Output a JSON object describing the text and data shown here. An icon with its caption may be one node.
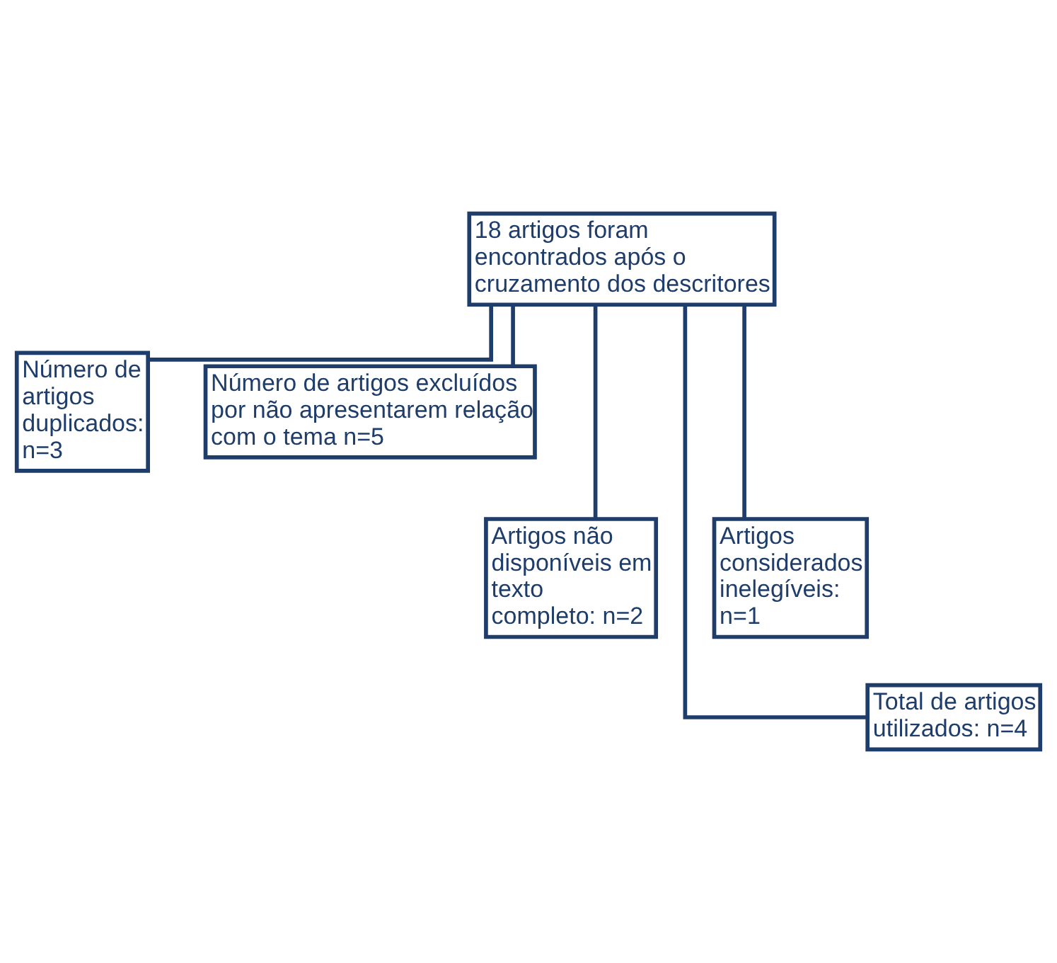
{
  "diagram": {
    "nodes": [
      {
        "text": [
          "18 artigos foram encontrados após o cruzamento dos descritores"
        ]
      },
      {
        "text": [
          "Número de artigos duplicados: n=3"
        ]
      },
      {
        "text": [
          "Número de artigos excluídos por não apresentarem relação com o tema n=5"
        ]
      },
      {
        "text": [
          "Artigos não disponíveis em texto completo: n=2"
        ]
      },
      {
        "text": [
          "Artigos considerados inelegíveis: n=1"
        ]
      },
      {
        "text": [
          "Total de artigos utilizados: n=4"
        ]
      }
    ],
    "edges": [
      {
        "from": 0,
        "to": 1,
        "arrow": "none"
      },
      {
        "from": 0,
        "to": 2,
        "arrow": "none"
      },
      {
        "from": 0,
        "to": 3,
        "arrow": "none"
      },
      {
        "from": 0,
        "to": 4,
        "arrow": "none"
      },
      {
        "from": 0,
        "to": 5,
        "arrow": "none"
      }
    ]
  }
}
